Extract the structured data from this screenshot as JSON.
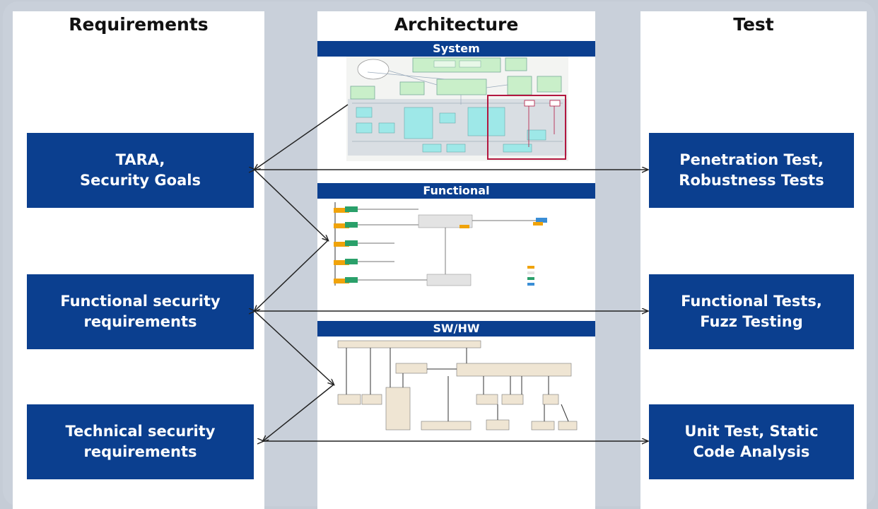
{
  "columns": {
    "requirements": "Requirements",
    "architecture": "Architecture",
    "test": "Test"
  },
  "requirements": [
    "TARA,\nSecurity Goals",
    "Functional security\nrequirements",
    "Technical security\nrequirements"
  ],
  "architecture": {
    "system": "System",
    "functional": "Functional",
    "swhw": "SW/HW"
  },
  "tests": [
    "Penetration Test,\nRobustness Tests",
    "Functional Tests,\nFuzz Testing",
    "Unit Test, Static\nCode Analysis"
  ],
  "colors": {
    "box_blue": "#0b3f8f",
    "panel_bg": "#c9d0da",
    "highlight_red": "#b3173f"
  }
}
